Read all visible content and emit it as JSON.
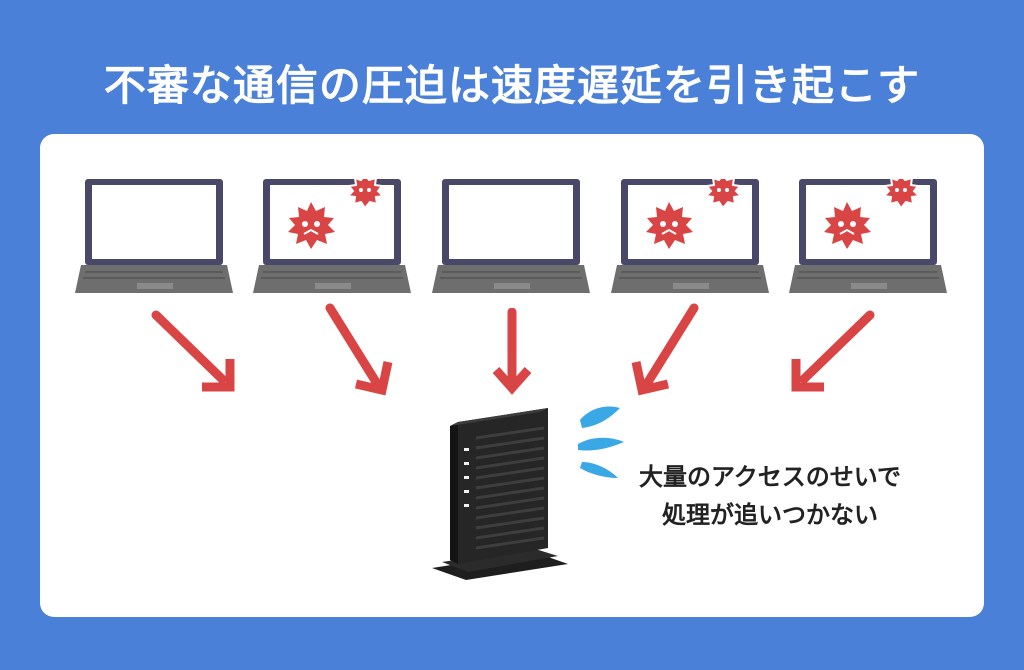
{
  "title": "不審な通信の圧迫は速度遅延を引き起こす",
  "laptops": [
    {
      "id": 1,
      "infected": false
    },
    {
      "id": 2,
      "infected": true
    },
    {
      "id": 3,
      "infected": false
    },
    {
      "id": 4,
      "infected": true
    },
    {
      "id": 5,
      "infected": true
    }
  ],
  "router": {
    "caption_line1": "大量のアクセスのせいで",
    "caption_line2": "処理が追いつかない"
  },
  "colors": {
    "background": "#4a80d8",
    "panel": "#ffffff",
    "arrow": "#d94445",
    "virus": "#d94445",
    "laptop_frame": "#4a4868",
    "laptop_base": "#6e6e6e",
    "router": "#222222",
    "sweat": "#3aa8e4"
  }
}
